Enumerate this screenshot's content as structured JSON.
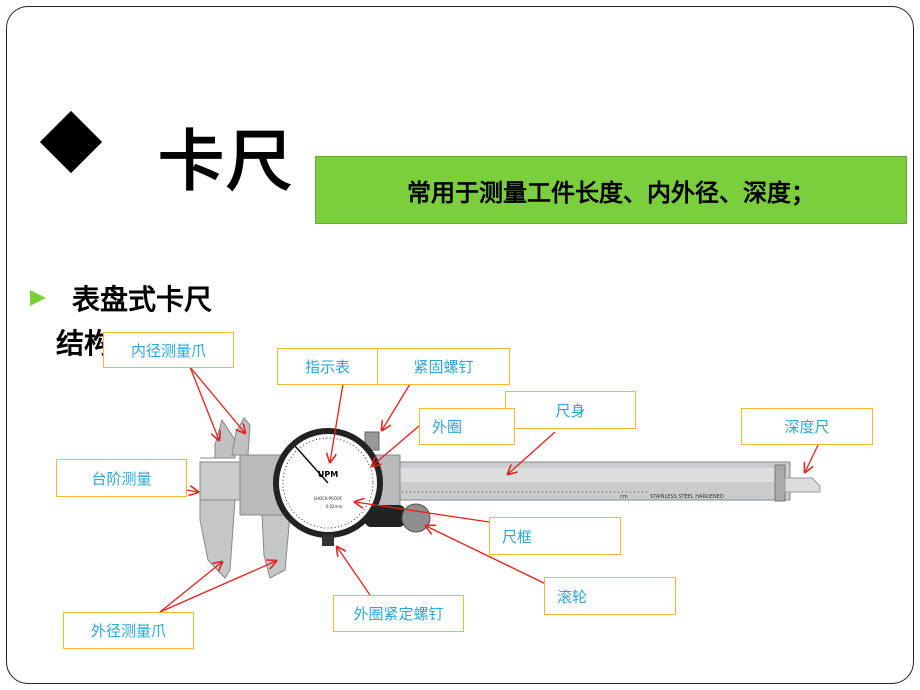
{
  "title": "卡尺",
  "usage": "常用于测量工件长度、内外径、深度；",
  "subtitle_line1": "表盘式卡尺",
  "subtitle_line2": "结构",
  "labels": {
    "inner_jaw": "内径测量爪",
    "dial": "指示表",
    "lock_screw": "紧固螺钉",
    "bezel": "外圈",
    "beam": "尺身",
    "depth_rod": "深度尺",
    "step": "台阶测量",
    "slider": "尺框",
    "wheel": "滚轮",
    "bezel_screw": "外圈紧定螺钉",
    "outer_jaw": "外径测量爪"
  },
  "caliper_text": {
    "brand": "UPM",
    "shock": "SHOCK-PROOF",
    "res": "0.02mm",
    "stamp": "STAINLESS   STEEL   HARDENED",
    "unit": "cm"
  },
  "colors": {
    "accent_green": "#7ccf3c",
    "label_border": "#f5b82e",
    "label_text": "#2ba8d8",
    "arrow": "#e8201c"
  }
}
